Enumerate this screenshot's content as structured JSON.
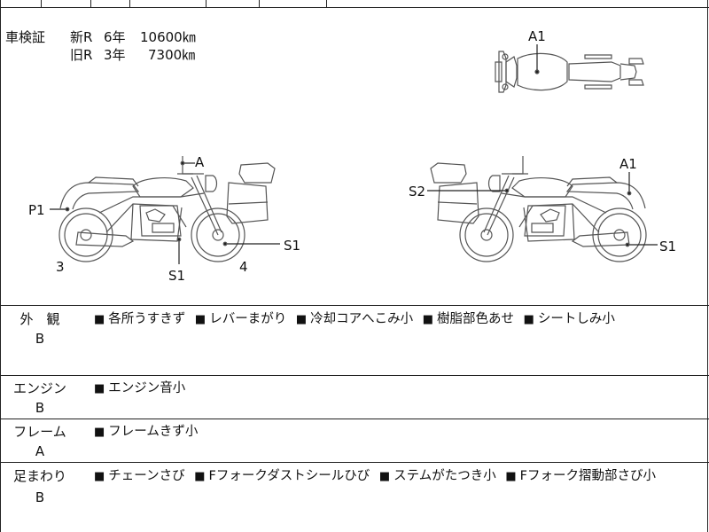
{
  "inspection": {
    "label": "車検証",
    "new": {
      "prefix": "新R",
      "years": "6年",
      "distance": "10600㎞"
    },
    "old": {
      "prefix": "旧R",
      "years": "3年",
      "distance": "7300㎞"
    }
  },
  "diagram_labels": {
    "top_a1": "A1",
    "left_a": "A",
    "left_p1": "P1",
    "left_s1_right": "S1",
    "left_s1_bottom": "S1",
    "left_num3": "3",
    "left_num4": "4",
    "right_a1": "A1",
    "right_s2": "S2",
    "right_s1": "S1"
  },
  "sections": [
    {
      "label": "外　観",
      "grade": "B",
      "items": [
        "各所うすきず",
        "レバーまがり",
        "冷却コアへこみ小",
        "樹脂部色あせ",
        "シートしみ小"
      ]
    },
    {
      "label": "エンジン",
      "grade": "B",
      "items": [
        "エンジン音小"
      ]
    },
    {
      "label": "フレーム",
      "grade": "A",
      "items": [
        "フレームきず小"
      ]
    },
    {
      "label": "足まわり",
      "grade": "B",
      "items": [
        "チェーンさび",
        "Fフォークダストシールひび",
        "ステムがたつき小",
        "Fフォーク摺動部さび小"
      ]
    }
  ],
  "bullet_symbol": "■"
}
